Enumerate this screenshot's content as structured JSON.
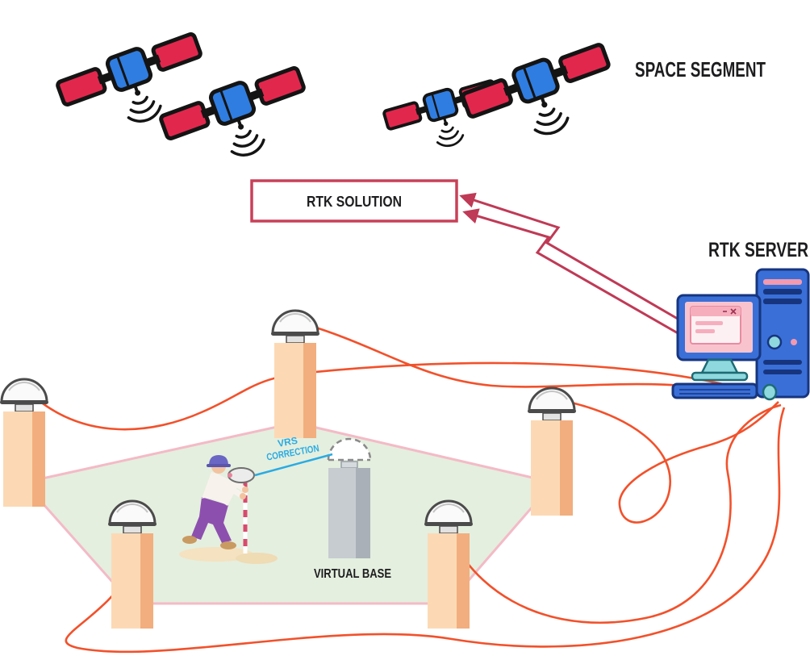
{
  "labels": {
    "space_segment": "SPACE SEGMENT",
    "rtk_solution": "RTK SOLUTION",
    "rtk_server": "RTK SERVER",
    "virtual_base": "VIRTUAL BASE",
    "vrs_correction_line1": "VRS",
    "vrs_correction_line2": "CORRECTION"
  },
  "colors": {
    "satellite_body_blue": "#2f7de1",
    "satellite_panel_red": "#e2274d",
    "outline_black": "#141414",
    "rtk_solution_border": "#c84058",
    "lightning_arrow": "#bf3a56",
    "data_link_orange": "#f2512b",
    "coverage_fill_green": "#e4efdf",
    "coverage_border_pink": "#f4bac6",
    "pillar_peach": "#fcd9b4",
    "pillar_peach_shade": "#f2ae7e",
    "virtual_pillar_gray": "#c7ccd1",
    "dome_white": "#fafafa",
    "vrs_text_cyan": "#2aabe2",
    "computer_blue": "#3a6fd8",
    "computer_teal": "#8fd8de",
    "computer_screen_pink": "#f9c3ce"
  }
}
